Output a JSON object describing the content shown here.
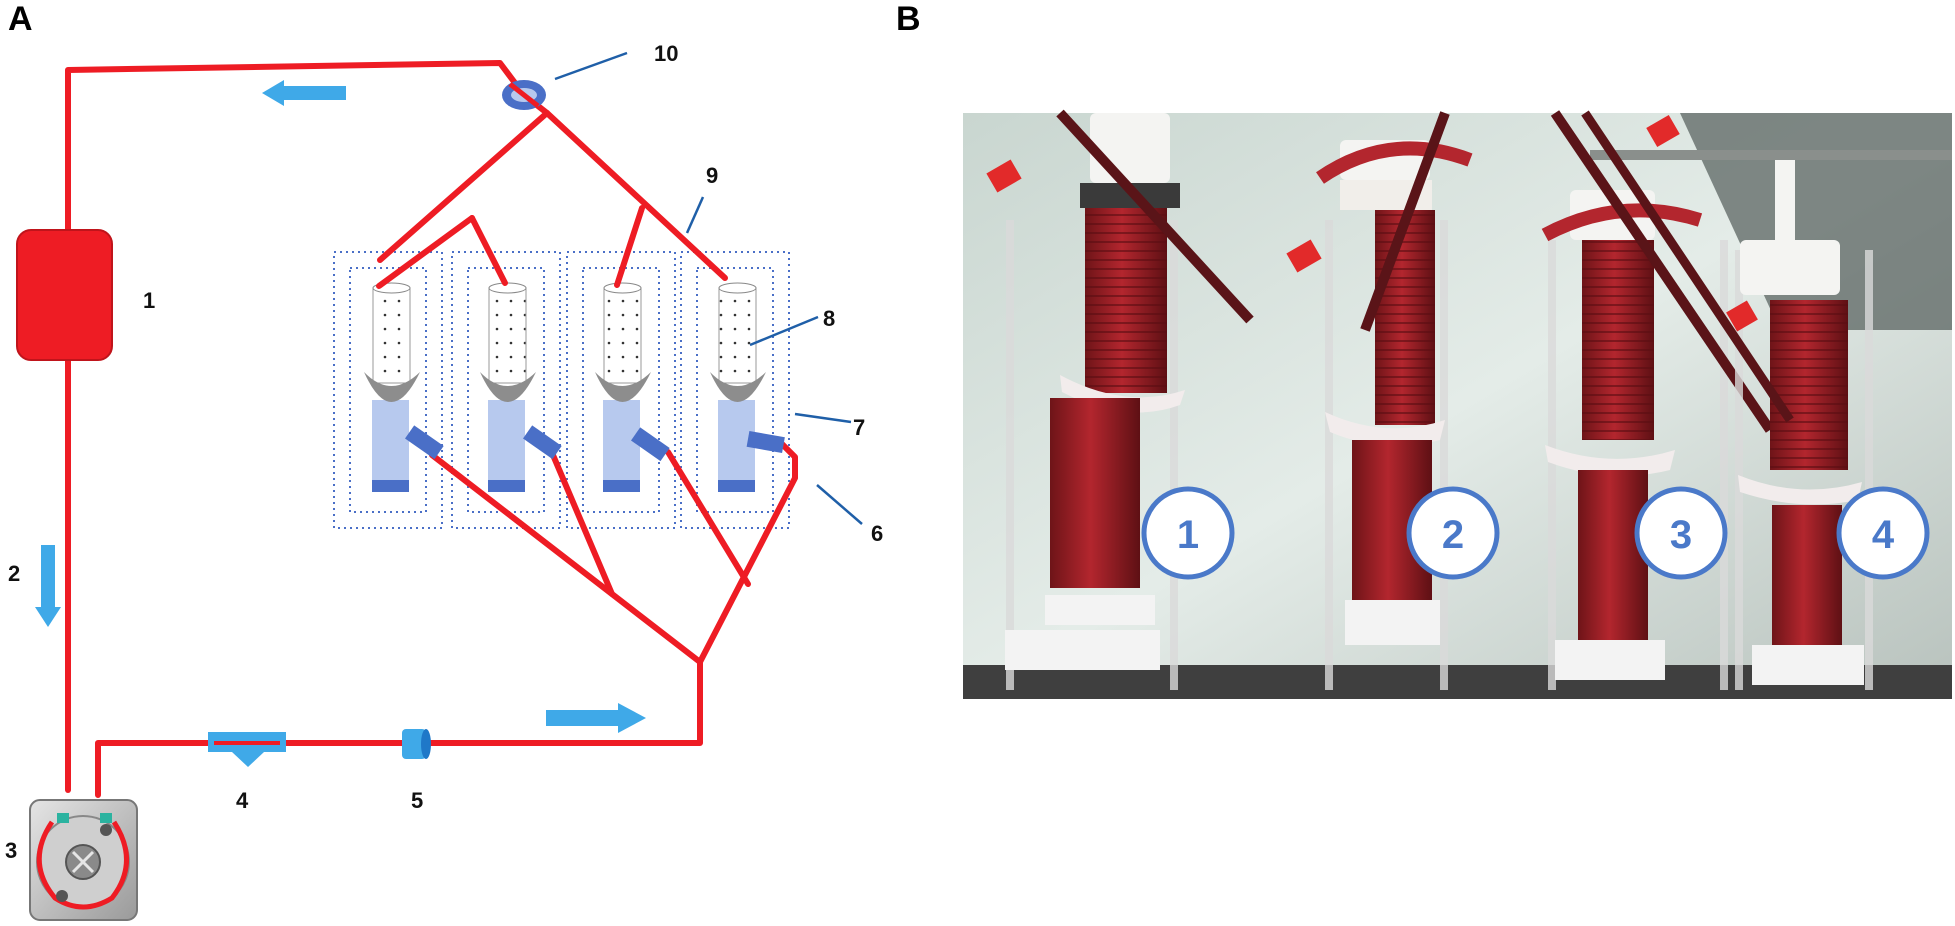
{
  "panels": {
    "a": "A",
    "b": "B"
  },
  "diagram_labels": {
    "reservoir": "1",
    "flow_arrow": "2",
    "pump": "3",
    "trap": "4",
    "connector": "5",
    "outlet_line": "6",
    "chamber": "7",
    "graft": "8",
    "inlet_line": "9",
    "valve": "10"
  },
  "photo_labels": [
    "1",
    "2",
    "3",
    "4"
  ],
  "colors": {
    "tubing": "#ee1c24",
    "arrow": "#3fa9e8",
    "chamber_blue": "#4a6fc7",
    "leader": "#1f5fa8",
    "photo_label": "#4a79c9"
  }
}
